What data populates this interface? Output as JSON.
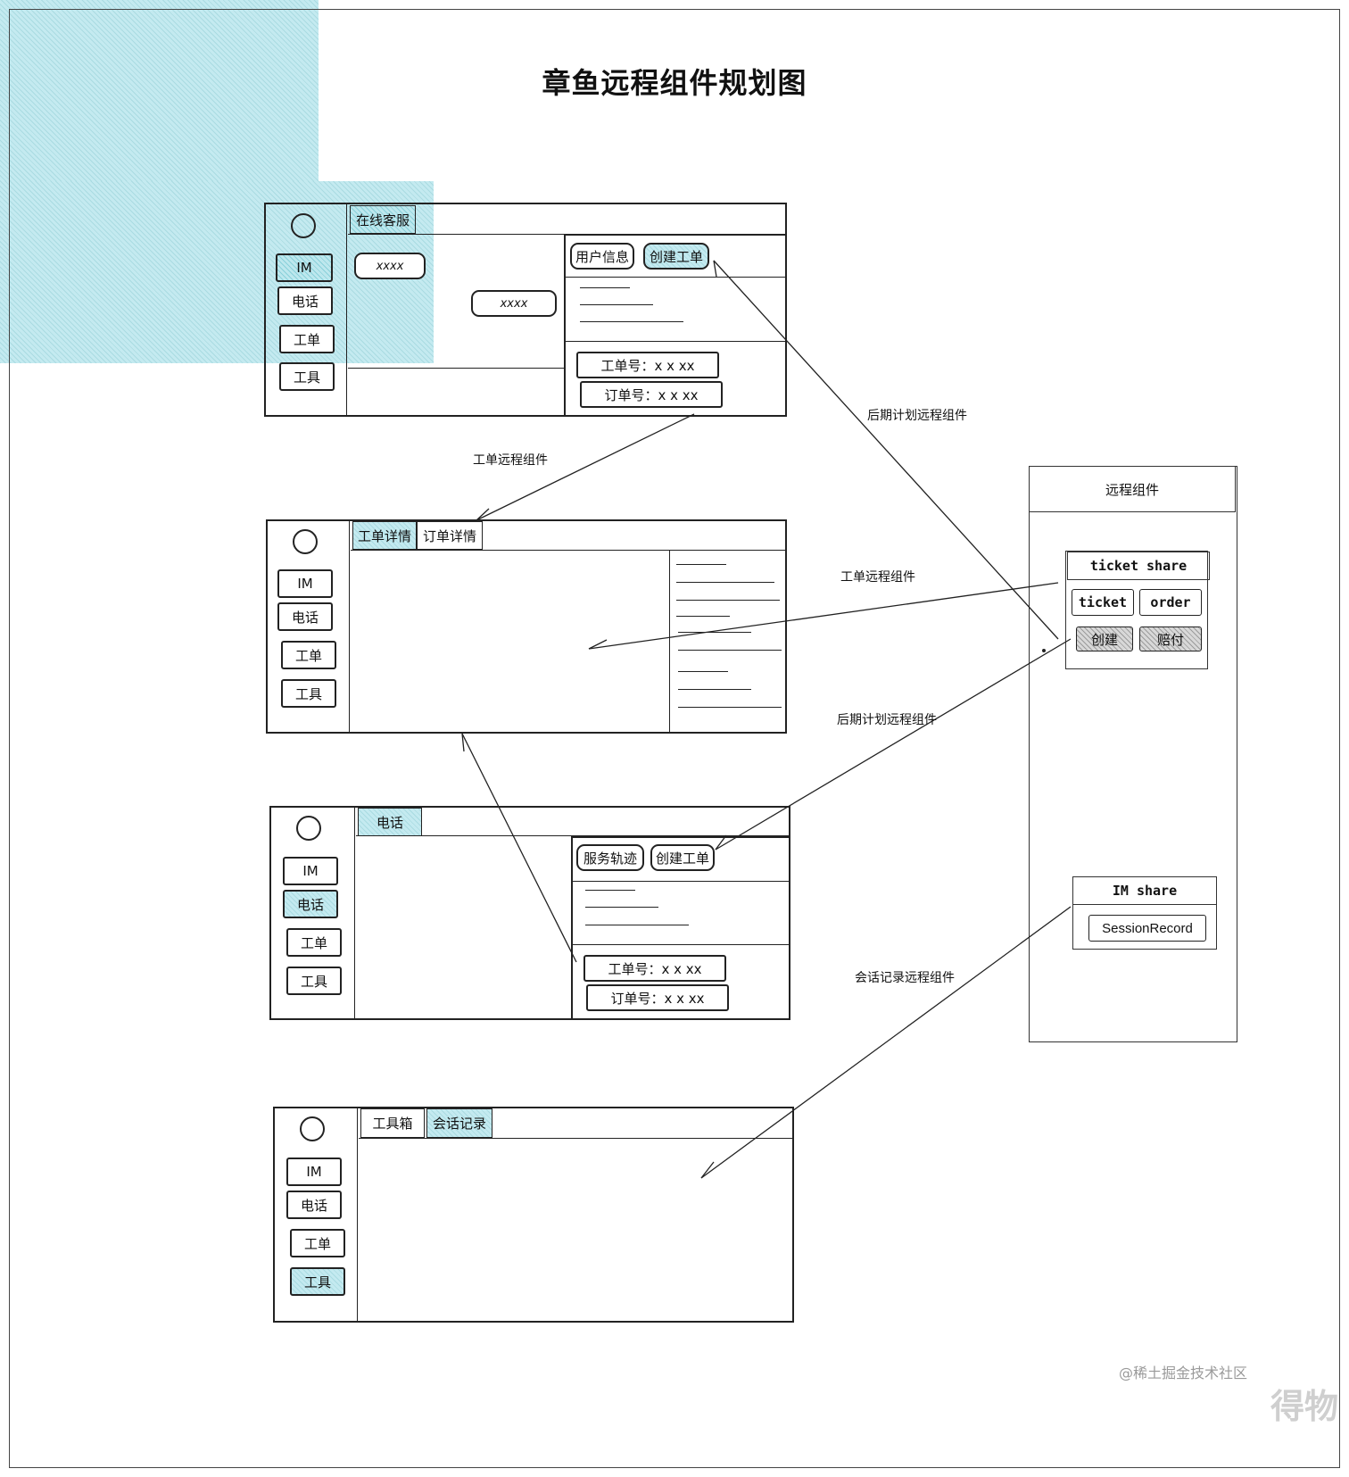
{
  "title": "章鱼远程组件规划图",
  "nav": {
    "im": "IM",
    "phone": "电话",
    "ticket": "工单",
    "tools": "工具"
  },
  "panel1": {
    "tab": "在线客服",
    "bubble1": "xxxx",
    "bubble2": "xxxx",
    "right_tabs": [
      "用户信息",
      "创建工单"
    ],
    "field1": "工单号：x x xx",
    "field2": "订单号：x x xx"
  },
  "panel2": {
    "tabs": [
      "工单详情",
      "订单详情"
    ]
  },
  "panel3": {
    "tab": "电话",
    "right_tabs": [
      "服务轨迹",
      "创建工单"
    ],
    "field1": "工单号：x x xx",
    "field2": "订单号：x x xx"
  },
  "panel4": {
    "tabs": [
      "工具箱",
      "会话记录"
    ]
  },
  "remote": {
    "title": "远程组件",
    "ticket_share": {
      "title": "ticket share",
      "buttons": [
        "ticket",
        "order"
      ],
      "actions": [
        "创建",
        "赔付"
      ]
    },
    "im_share": {
      "title": "IM share",
      "item": "SessionRecord"
    }
  },
  "annotations": {
    "a1": "后期计划远程组件",
    "a2": "工单远程组件",
    "a3": "工单远程组件",
    "a4": "后期计划远程组件",
    "a5": "会话记录远程组件"
  },
  "watermark": "@稀土掘金技术社区",
  "watermark2": "得物",
  "colors": {
    "accent_hatch": "#7fcfd9",
    "grey_hatch": "#bbbbbb",
    "stroke": "#222222"
  }
}
